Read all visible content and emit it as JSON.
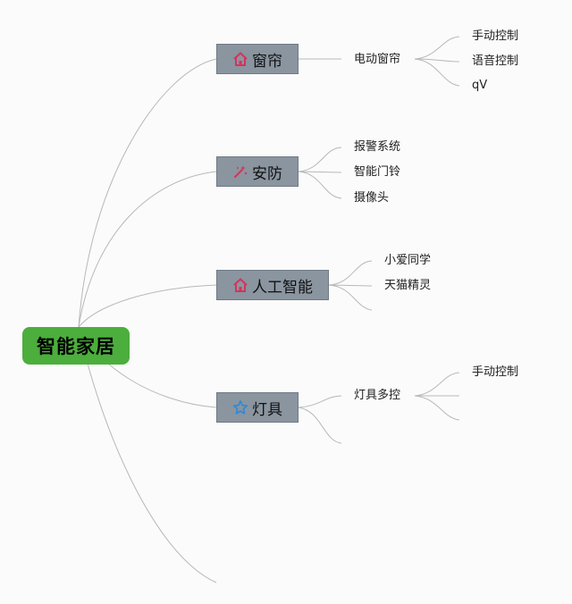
{
  "root": {
    "label": "智能家居"
  },
  "branches": [
    {
      "label": "窗帘",
      "icon": "house-icon",
      "icon_color": "#d4345a",
      "children": [
        {
          "label": "电动窗帘",
          "children": [
            "手动控制",
            "语音控制",
            "qV"
          ]
        }
      ]
    },
    {
      "label": "安防",
      "icon": "magic-wand-icon",
      "icon_color": "#d4345a",
      "children": [
        "报警系统",
        "智能门铃",
        "摄像头"
      ]
    },
    {
      "label": "人工智能",
      "icon": "house-icon",
      "icon_color": "#d4345a",
      "children": [
        "小爱同学",
        "天猫精灵"
      ]
    },
    {
      "label": "灯具",
      "icon": "star-icon",
      "icon_color": "#2c8ad8",
      "children": [
        {
          "label": "灯具多控",
          "children": [
            "手动控制"
          ]
        }
      ]
    }
  ],
  "colors": {
    "root_fill": "#4cae3c",
    "node_fill": "#8a95a0",
    "connector": "#b8b8b8"
  }
}
